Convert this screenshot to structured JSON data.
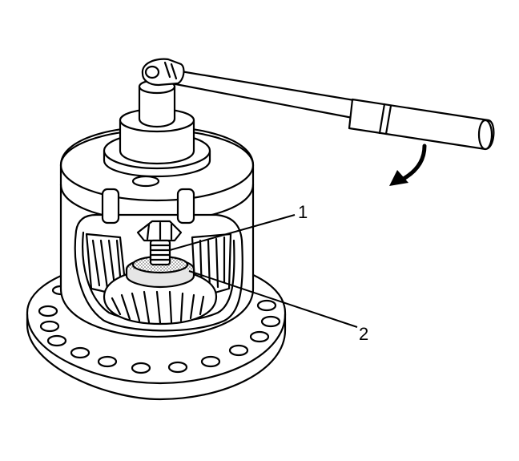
{
  "diagram": {
    "callouts": [
      {
        "id": "1",
        "label": "1"
      },
      {
        "id": "2",
        "label": "2"
      }
    ],
    "colors": {
      "stroke": "#000000",
      "fill": "#ffffff",
      "stipple": "#bfbfbf"
    },
    "icons": [
      "rotation-arrow-icon"
    ]
  }
}
